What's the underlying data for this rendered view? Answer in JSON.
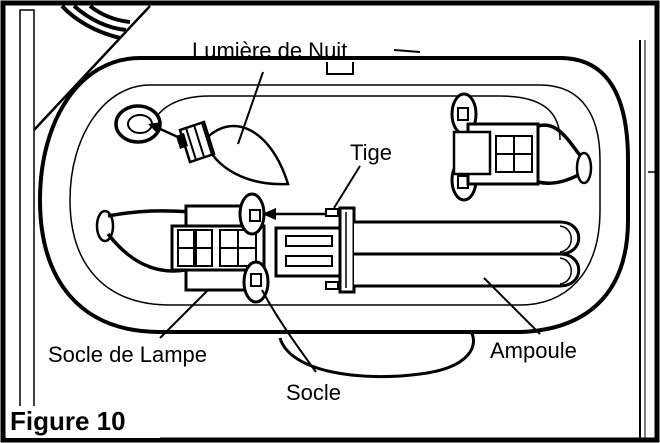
{
  "labels": {
    "night_light": "Lumière de Nuit",
    "pin": "Tige",
    "lamp_socket": "Socle de Lampe",
    "bulb": "Ampoule",
    "socket": "Socle"
  },
  "caption": "Figure 10",
  "colors": {
    "ink": "#000000",
    "paper": "#ffffff"
  }
}
